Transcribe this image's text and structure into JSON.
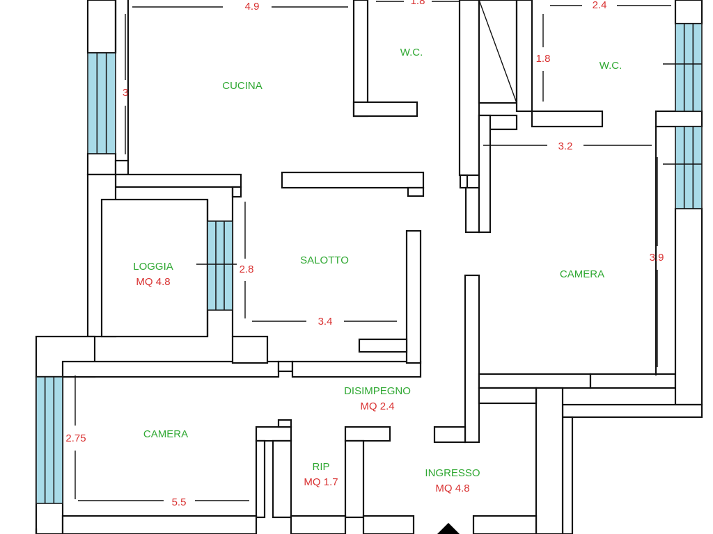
{
  "colors": {
    "room_label": "#2fa832",
    "area_label": "#d93232",
    "dimension_label": "#d93232",
    "window_glass": "#a9dbe8",
    "wall": "#111111"
  },
  "rooms": {
    "cucina": "CUCINA",
    "wc_left": "W.C.",
    "wc_right": "W.C.",
    "loggia": "LOGGIA",
    "loggia_area": "MQ 4.8",
    "salotto": "SALOTTO",
    "camera_right": "CAMERA",
    "disimpegno": "DISIMPEGNO",
    "disimpegno_area": "MQ 2.4",
    "camera_left": "CAMERA",
    "rip": "RIP",
    "rip_area": "MQ 1.7",
    "ingresso": "INGRESSO",
    "ingresso_area": "MQ 4.8"
  },
  "dimensions": {
    "cucina_width": "4.9",
    "cucina_height": "3",
    "wc_left_width": "1.8",
    "wc_right_width": "2.4",
    "wc_right_height": "1.8",
    "camera_right_width": "3.2",
    "camera_right_height": "3.9",
    "salotto_height": "2.8",
    "salotto_width": "3.4",
    "camera_left_height": "2.75",
    "camera_left_width": "5.5"
  },
  "icons": {
    "entrance": "entrance-arrow-icon"
  }
}
